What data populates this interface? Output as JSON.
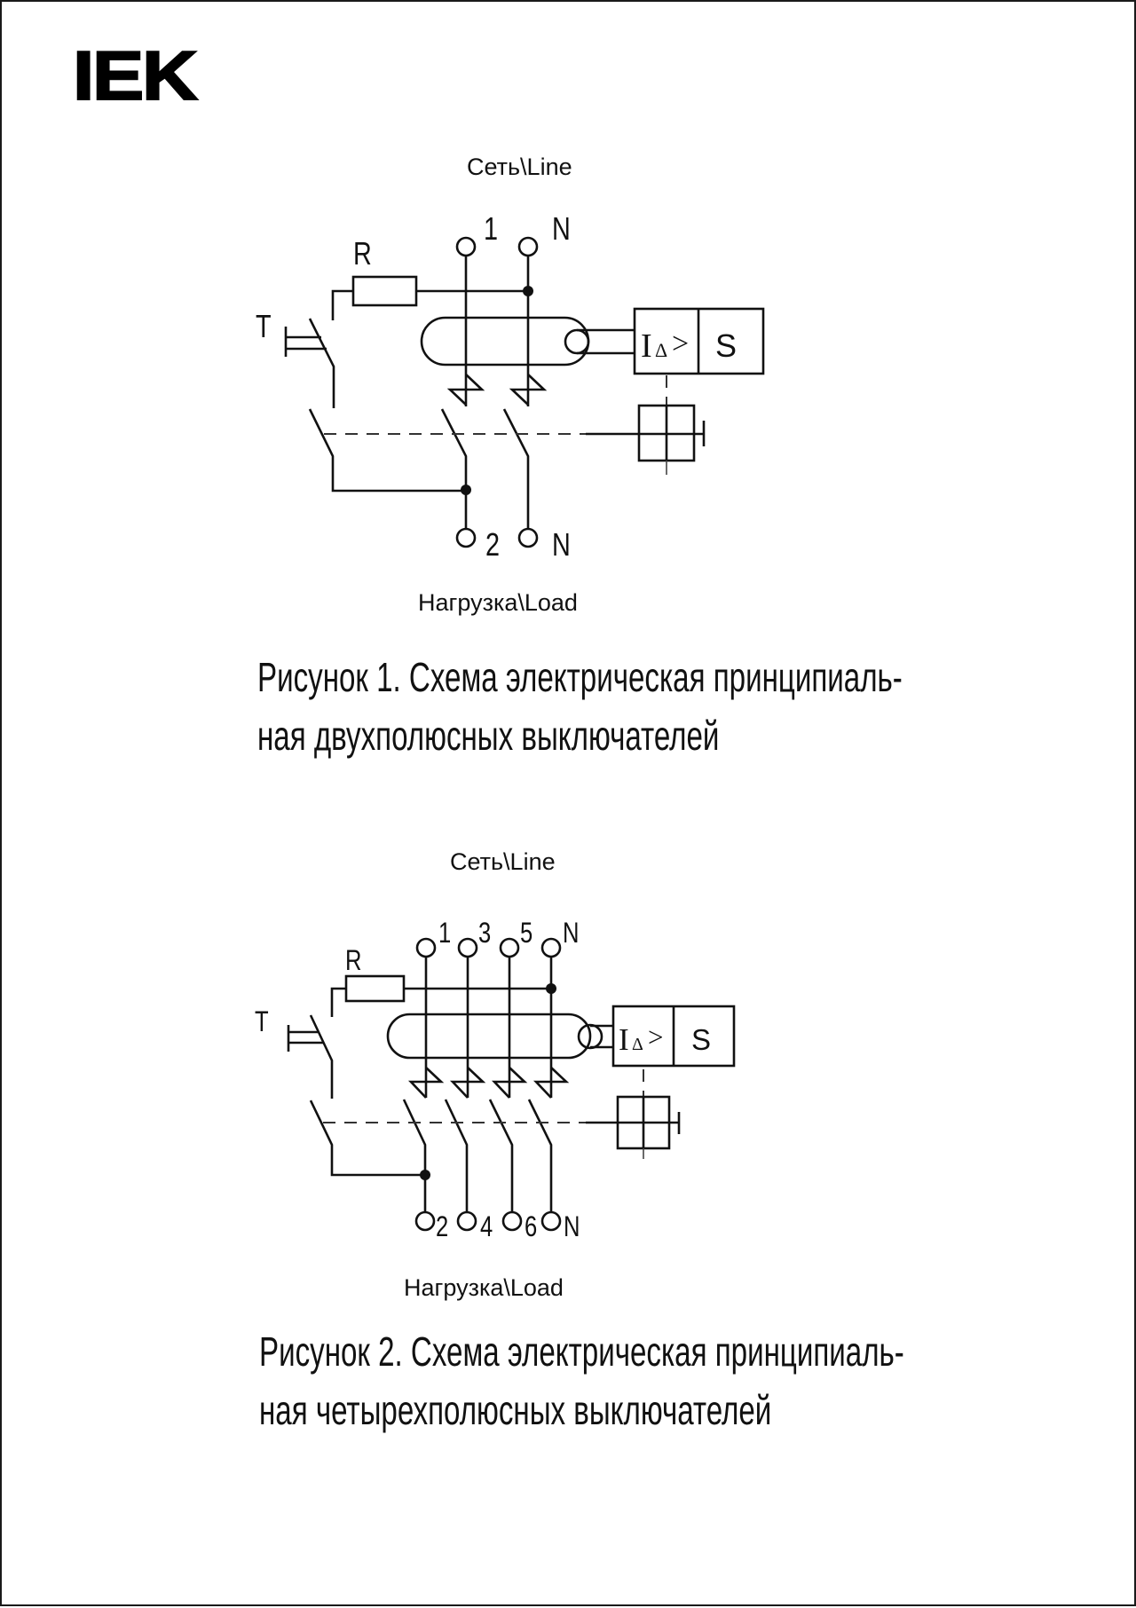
{
  "brand": {
    "logo_text": "IEK",
    "color": "#000000"
  },
  "figure1": {
    "line_label": "Сеть\\Line",
    "load_label": "Нагрузка\\Load",
    "resistor_label": "R",
    "test_button_label": "T",
    "top_terminals": [
      "1",
      "N"
    ],
    "bottom_terminals": [
      "2",
      "N"
    ],
    "relay_label_main": "I",
    "relay_label_sub": "Δ",
    "relay_label_gt": ">",
    "relay_s_label": "S",
    "caption_lines": [
      "Рисунок 1. Схема электрическая принципиаль-",
      "ная двухполюсных выключателей"
    ]
  },
  "figure2": {
    "line_label": "Сеть\\Line",
    "load_label": "Нагрузка\\Load",
    "resistor_label": "R",
    "test_button_label": "T",
    "top_terminals": [
      "1",
      "3",
      "5",
      "N"
    ],
    "bottom_terminals": [
      "2",
      "4",
      "6",
      "N"
    ],
    "relay_label_main": "I",
    "relay_label_sub": "Δ",
    "relay_label_gt": ">",
    "relay_s_label": "S",
    "caption_lines": [
      "Рисунок 2. Схема электрическая принципиаль-",
      "ная четырехполюсных выключателей"
    ]
  },
  "colors": {
    "line": "#111111",
    "background": "#ffffff",
    "border": "#1a1a1a"
  }
}
